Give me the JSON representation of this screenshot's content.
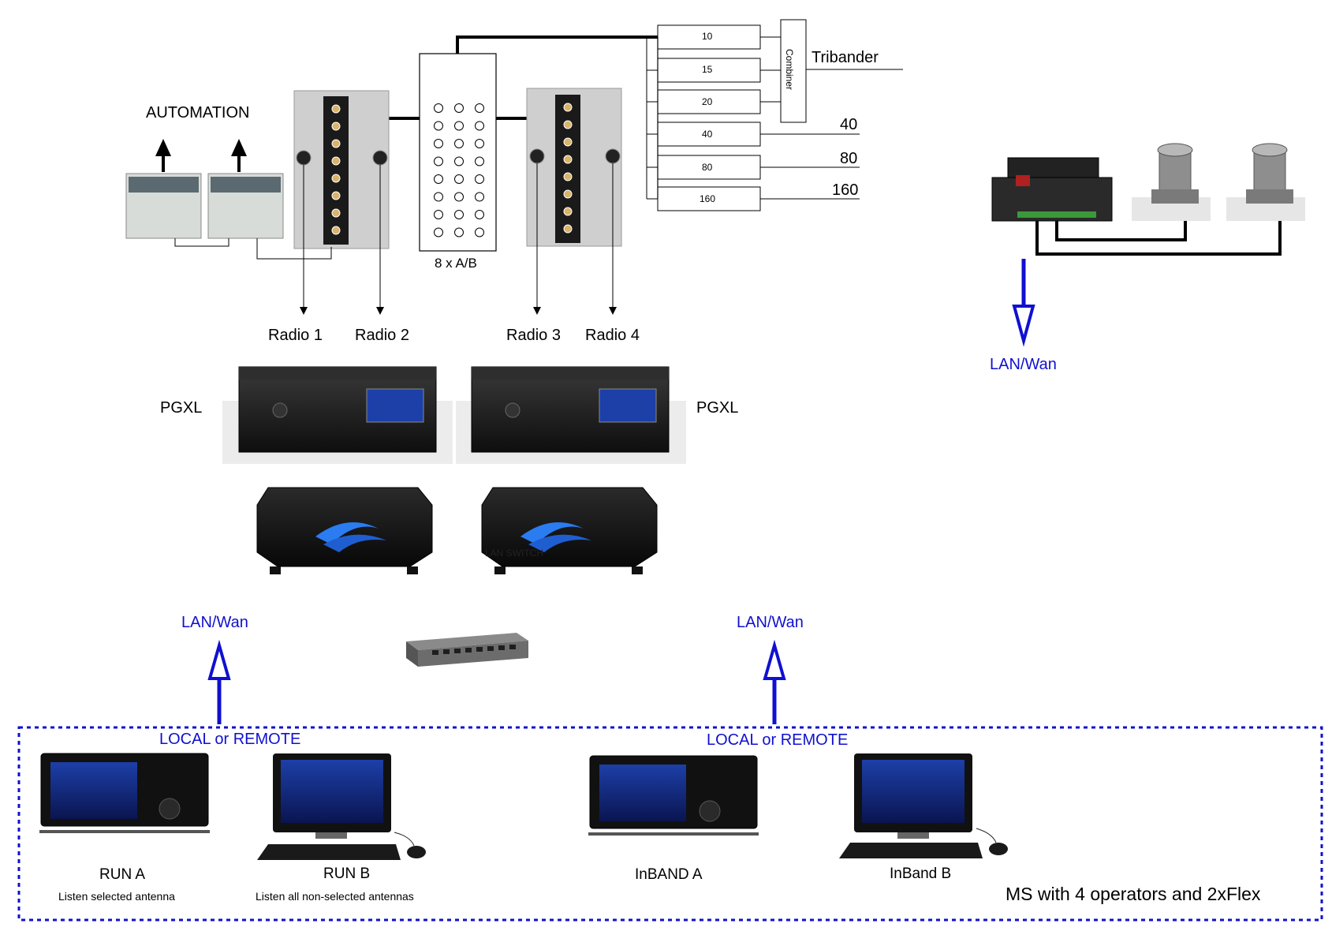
{
  "band_filters": [
    "10",
    "15",
    "20",
    "40",
    "80",
    "160"
  ],
  "combiner_label": "Combiner",
  "antenna_labels": {
    "tribander": "Tribander",
    "a40": "40",
    "a80": "80",
    "a160": "160"
  },
  "automation_label": "AUTOMATION",
  "switch_label": "8 x A/B",
  "radios": [
    "Radio 1",
    "Radio 2",
    "Radio 3",
    "Radio 4"
  ],
  "amp_labels": {
    "left": "PGXL",
    "right": "PGXL"
  },
  "lan_switch_label": "LAN SWITCH",
  "lan_wan": {
    "left": "LAN/Wan",
    "right": "LAN/Wan",
    "remote": "LAN/Wan"
  },
  "local_remote": {
    "left": "LOCAL or REMOTE",
    "right": "LOCAL or REMOTE"
  },
  "stations": {
    "run_a": {
      "name": "RUN A",
      "desc": "Listen selected antenna"
    },
    "run_b": {
      "name": "RUN B",
      "desc": "Listen all non-selected antennas"
    },
    "inband_a": {
      "name": "InBAND A",
      "desc": ""
    },
    "inband_b": {
      "name": "InBand B",
      "desc": ""
    }
  },
  "caption": "MS with 4 operators and 2xFlex",
  "colors": {
    "accent_blue": "#1010d0",
    "line": "#000000",
    "device_dark": "#1c1c1c",
    "panel_grey": "#c8c8c8"
  },
  "icon_names": [
    "pgxl-amplifier-icon",
    "flex-radio-icon",
    "network-switch-icon",
    "remote-rig-photo-icon",
    "monitor-icon",
    "keyboard-icon",
    "mouse-icon",
    "control-box-icon"
  ]
}
